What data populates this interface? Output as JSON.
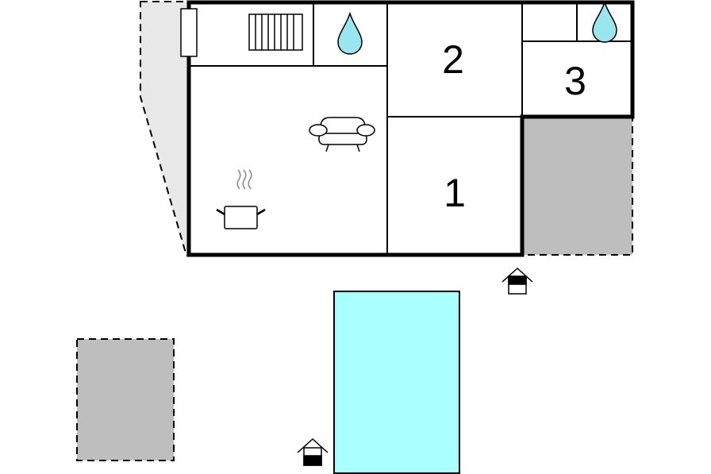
{
  "rooms": [
    {
      "id": "bedroom-1",
      "label": "1"
    },
    {
      "id": "bedroom-2",
      "label": "2"
    },
    {
      "id": "bedroom-3",
      "label": "3"
    }
  ],
  "icons": [
    "radiator-icon",
    "water-drop-icon",
    "sofa-icon",
    "cooking-pot-icon",
    "entrance-icon",
    "pool-entrance-icon"
  ],
  "colors": {
    "wall": "#000000",
    "pool": "#aaffff",
    "terrace": "#bebebe",
    "side_area": "#e8e8e8",
    "water_drop": "#99e5f0"
  }
}
